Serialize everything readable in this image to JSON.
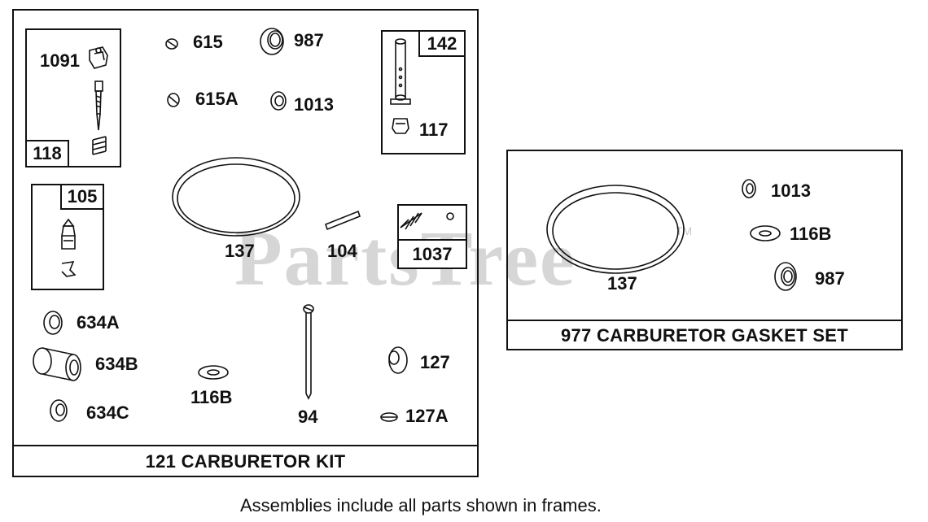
{
  "watermark": {
    "text": "PartsTree",
    "trademark": "TM"
  },
  "kit_121": {
    "title": "121 CARBURETOR KIT",
    "frames": {
      "f118": {
        "number": "118",
        "parts": [
          "1091"
        ]
      },
      "f105": {
        "number": "105"
      },
      "f142": {
        "number": "142",
        "parts": [
          "117"
        ]
      },
      "f1037": {
        "number": "1037"
      }
    },
    "labels": {
      "p615": "615",
      "p987": "987",
      "p615A": "615A",
      "p1013": "1013",
      "p137": "137",
      "p104": "104",
      "p634A": "634A",
      "p634B": "634B",
      "p634C": "634C",
      "p116B": "116B",
      "p94": "94",
      "p127": "127",
      "p127A": "127A"
    }
  },
  "kit_977": {
    "title": "977 CARBURETOR GASKET SET",
    "labels": {
      "p1013": "1013",
      "p116B": "116B",
      "p987": "987",
      "p137": "137"
    }
  },
  "footnote": "Assemblies include all parts shown in frames."
}
